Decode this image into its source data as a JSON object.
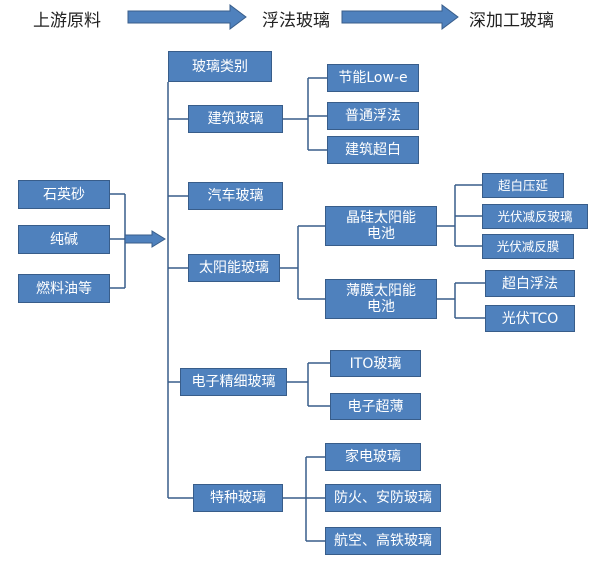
{
  "flow": {
    "upstream": "上游原料",
    "float": "浮法玻璃",
    "deep": "深加工玻璃"
  },
  "materials": [
    "石英砂",
    "纯碱",
    "燃料油等"
  ],
  "root": "玻璃类别",
  "categories": {
    "building": "建筑玻璃",
    "auto": "汽车玻璃",
    "solar": "太阳能玻璃",
    "electronic": "电子精细玻璃",
    "special": "特种玻璃"
  },
  "building_items": [
    "节能Low-e",
    "普通浮法",
    "建筑超白"
  ],
  "solar_types": {
    "crystal": "晶硅太阳能电池",
    "thin": "薄膜太阳能电池"
  },
  "crystal_items": [
    "超白压延",
    "光伏减反玻璃",
    "光伏减反膜"
  ],
  "thin_items": [
    "超白浮法",
    "光伏TCO"
  ],
  "electronic_items": [
    "ITO玻璃",
    "电子超薄"
  ],
  "special_items": [
    "家电玻璃",
    "防火、安防玻璃",
    "航空、高铁玻璃"
  ],
  "colors": {
    "box": "#4f81bd",
    "border": "#385d8a",
    "arrow": "#4f81bd",
    "line": "#385d8a"
  }
}
